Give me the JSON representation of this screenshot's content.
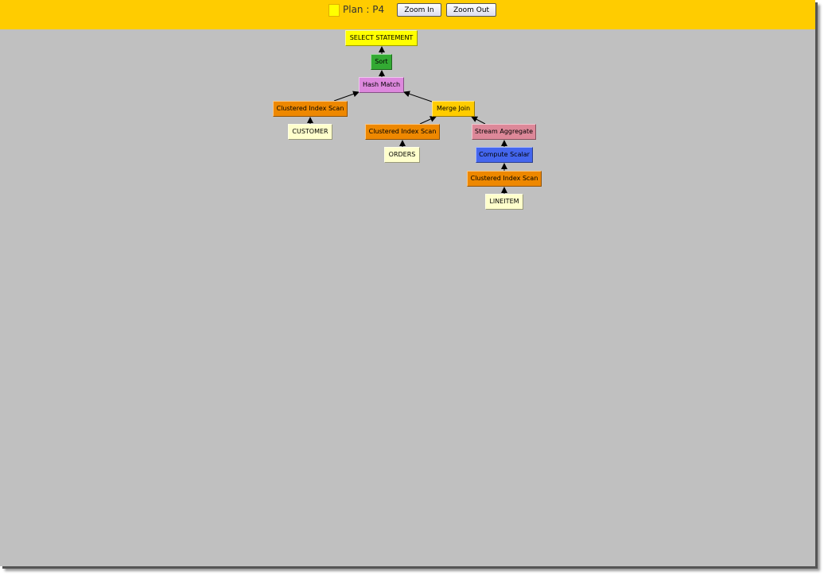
{
  "header": {
    "plan_label": "Plan : P4",
    "zoom_in": "Zoom In",
    "zoom_out": "Zoom Out",
    "swatch_color": "#ffff00"
  },
  "nodes": [
    {
      "id": "select",
      "label": "SELECT STATEMENT",
      "color": "#ffff00"
    },
    {
      "id": "sort",
      "label": "Sort",
      "color": "#33aa33"
    },
    {
      "id": "hash",
      "label": "Hash Match",
      "color": "#dd88dd"
    },
    {
      "id": "cis1",
      "label": "Clustered Index Scan",
      "color": "#ee8800"
    },
    {
      "id": "merge",
      "label": "Merge Join",
      "color": "#ffcc00"
    },
    {
      "id": "customer",
      "label": "CUSTOMER",
      "color": "#ffffcc"
    },
    {
      "id": "cis2",
      "label": "Clustered Index Scan",
      "color": "#ee8800"
    },
    {
      "id": "stream",
      "label": "Stream Aggregate",
      "color": "#dd8899"
    },
    {
      "id": "orders",
      "label": "ORDERS",
      "color": "#ffffcc"
    },
    {
      "id": "compute",
      "label": "Compute Scalar",
      "color": "#4466ee"
    },
    {
      "id": "cis3",
      "label": "Clustered Index Scan",
      "color": "#ee8800"
    },
    {
      "id": "lineitem",
      "label": "LINEITEM",
      "color": "#ffffcc"
    }
  ]
}
